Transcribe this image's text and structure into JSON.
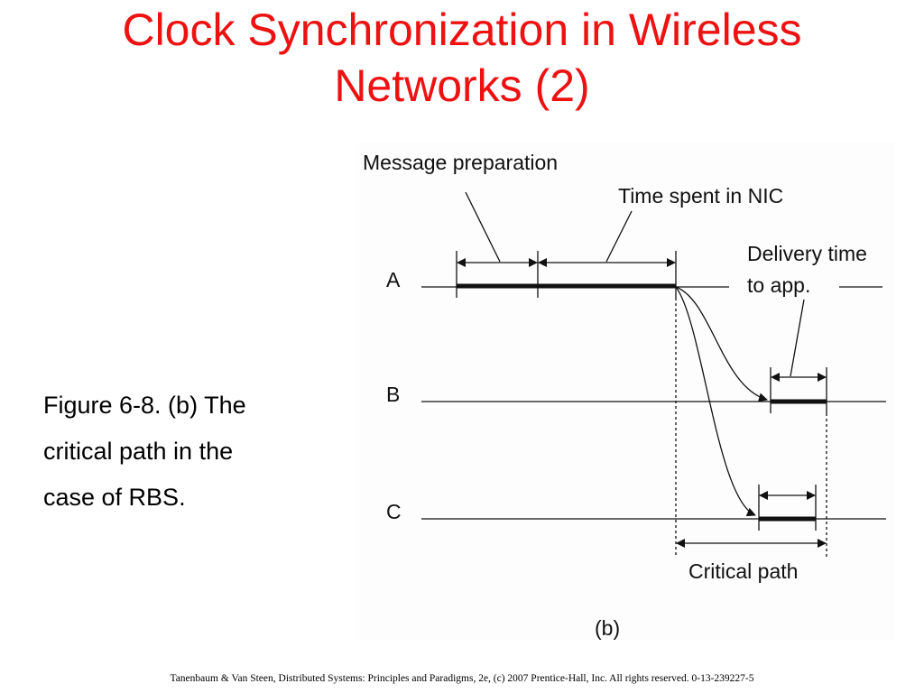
{
  "slide": {
    "title_line1": "Clock Synchronization in Wireless",
    "title_line2": "Networks (2)",
    "title_color": "#ee1111"
  },
  "caption": {
    "line1": "Figure 6-8. (b) The",
    "line2": "critical path in the",
    "line3": "case of RBS."
  },
  "figure": {
    "label_message_preparation": "Message preparation",
    "label_time_in_nic": "Time spent in NIC",
    "label_delivery_line1": "Delivery time",
    "label_delivery_line2": "to app.",
    "node_a": "A",
    "node_b": "B",
    "node_c": "C",
    "label_critical_path": "Critical path",
    "sublabel": "(b)"
  },
  "footer": {
    "text": "Tanenbaum & Van Steen, Distributed Systems: Principles and Paradigms, 2e, (c) 2007 Prentice-Hall, Inc. All rights reserved. 0-13-239227-5"
  }
}
